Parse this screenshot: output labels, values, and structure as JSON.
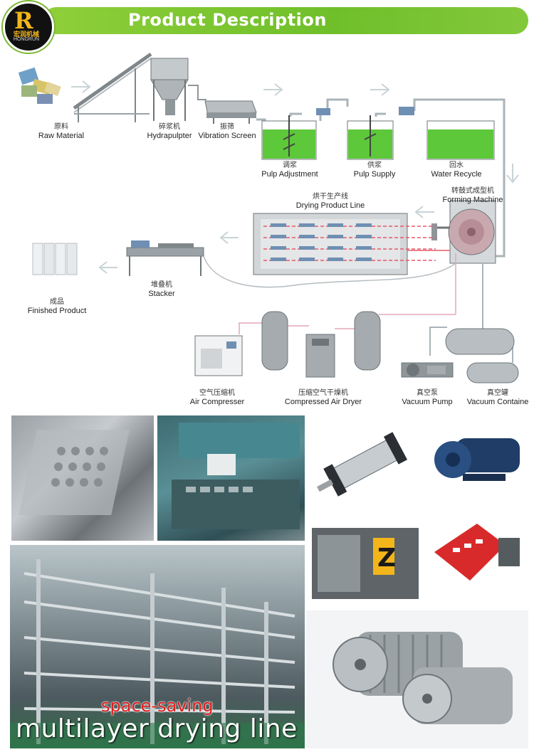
{
  "header": {
    "title": "Product Description",
    "logo_mark": "R",
    "logo_text": "宏润机械",
    "logo_sub": "HONGRUN",
    "accent": "#7ab632"
  },
  "diagram": {
    "steps": [
      {
        "zh": "原料",
        "en": "Raw Material"
      },
      {
        "zh": "碎浆机",
        "en": "Hydrapulpter"
      },
      {
        "zh": "振筛",
        "en": "Vibration Screen"
      },
      {
        "zh": "调浆",
        "en": "Pulp Adjustment"
      },
      {
        "zh": "供浆",
        "en": "Pulp Supply"
      },
      {
        "zh": "回水",
        "en": "Water Recycle"
      },
      {
        "zh": "转鼓式成型机",
        "en": "Forming Machine"
      },
      {
        "zh": "烘干生产线",
        "en": "Drying Product Line"
      },
      {
        "zh": "堆叠机",
        "en": "Stacker"
      },
      {
        "zh": "成品",
        "en": "Finished Product"
      },
      {
        "zh": "空气压缩机",
        "en": "Air Compresser"
      },
      {
        "zh": "压缩空气干燥机",
        "en": "Compressed Air Dryer"
      },
      {
        "zh": "真空泵",
        "en": "Vacuum Pump"
      },
      {
        "zh": "真空罐",
        "en": "Vacuum Containe"
      }
    ],
    "colors": {
      "pulp": "#5cc83a",
      "pipe": "#aab4b8",
      "machine": "#8d9296"
    }
  },
  "photos": {
    "caption_red": "space-saving",
    "caption_white": "multilayer drying line"
  }
}
